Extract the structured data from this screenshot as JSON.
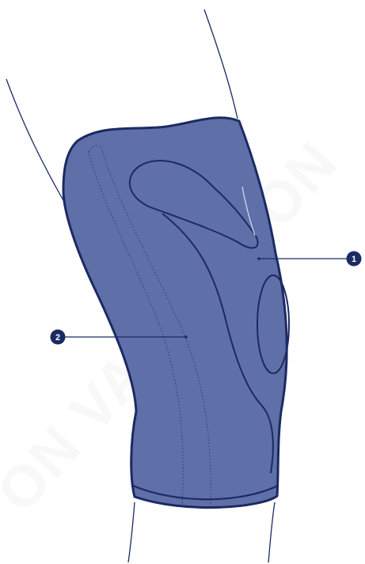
{
  "watermark": "ON VALIDATION",
  "callouts": [
    {
      "label": "1"
    },
    {
      "label": "2"
    }
  ],
  "colors": {
    "outline": "#1c2a63",
    "brace_fill": "#5f6fa7",
    "marker_fill": "#1c2a63",
    "marker_text": "#ffffff",
    "background": "#ffffff"
  }
}
